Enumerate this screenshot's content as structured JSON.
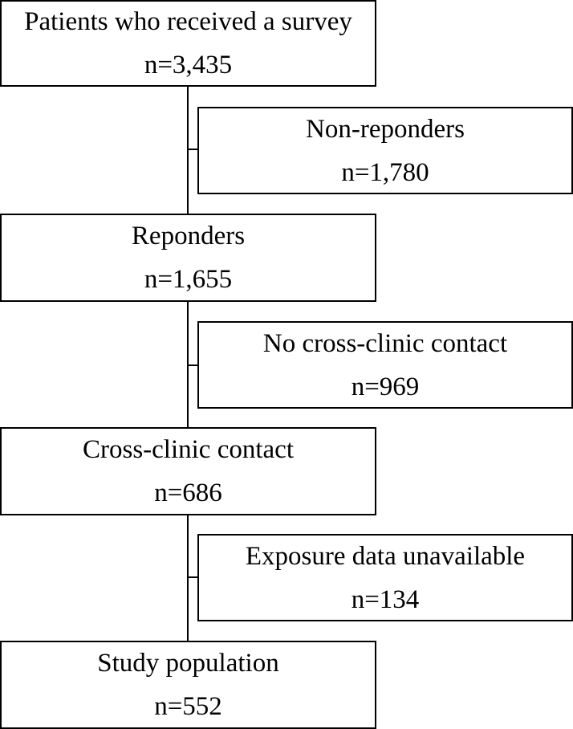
{
  "flowchart": {
    "main_steps": [
      {
        "label": "Patients who received a survey",
        "count": "n=3,435"
      },
      {
        "label": "Reponders",
        "count": "n=1,655"
      },
      {
        "label": "Cross-clinic contact",
        "count": "n=686"
      },
      {
        "label": "Study population",
        "count": "n=552"
      }
    ],
    "exclusions": [
      {
        "label": "Non-reponders",
        "count": "n=1,780"
      },
      {
        "label": "No cross-clinic contact",
        "count": "n=969"
      },
      {
        "label": "Exposure data unavailable",
        "count": "n=134"
      }
    ]
  }
}
